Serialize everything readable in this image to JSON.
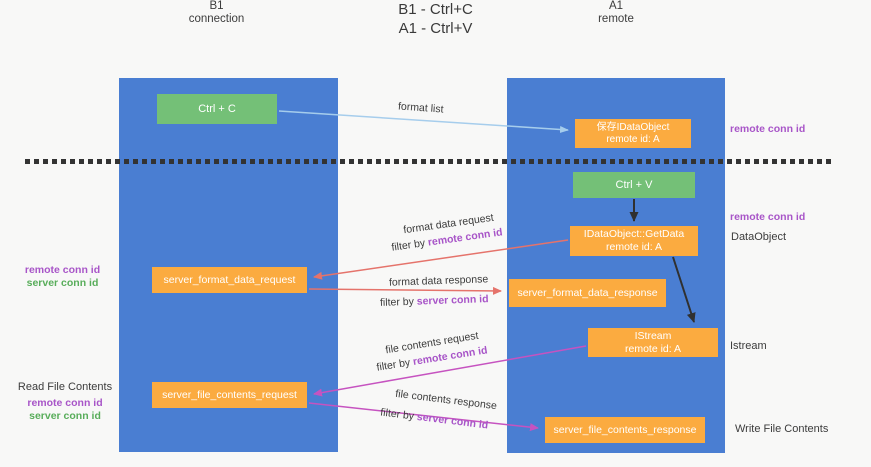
{
  "title": {
    "line1": "B1 - Ctrl+C",
    "line2": "A1 - Ctrl+V"
  },
  "colors": {
    "column_blue": "#4a7ed2",
    "node_green": "#74c077",
    "node_orange": "#fbab40",
    "arrow_light_blue": "#a6cdec",
    "arrow_black": "#303030",
    "arrow_salmon": "#e5736b",
    "arrow_magenta": "#c653c0",
    "text_purple": "#a855c8",
    "text_green": "#58ad5a",
    "background": "#f8f8f7"
  },
  "columns": {
    "left": {
      "header_line1": "B1",
      "header_line2": "connection"
    },
    "right": {
      "header_line1": "A1",
      "header_line2": "remote"
    }
  },
  "nodes": {
    "ctrl_c": {
      "label": "Ctrl + C"
    },
    "ctrl_v": {
      "label": "Ctrl + V"
    },
    "save_idataobject": {
      "line1": "保存IDataObject",
      "line2": "remote id: A"
    },
    "getdata": {
      "line1": "IDataObject::GetData",
      "line2": "remote id: A"
    },
    "istream": {
      "line1": "IStream",
      "line2": "remote id: A"
    },
    "format_request": {
      "label": "server_format_data_request"
    },
    "format_response": {
      "label": "server_format_data_response"
    },
    "file_request": {
      "label": "server_file_contents_request"
    },
    "file_response": {
      "label": "server_file_contents_response"
    }
  },
  "flow_labels": {
    "format_list": "format list",
    "format_request": {
      "line1": "format data request",
      "filter_prefix": "filter by ",
      "filter_term": "remote conn id"
    },
    "format_response": {
      "line1": "format data response",
      "filter_prefix": "filter by ",
      "filter_term": "server conn id"
    },
    "file_request": {
      "line1": "file contents request",
      "filter_prefix": "filter by ",
      "filter_term": "remote conn id"
    },
    "file_response": {
      "line1": "file contents response",
      "filter_prefix": "filter by ",
      "filter_term": "server conn id"
    }
  },
  "side_labels": {
    "right_conn_top": "remote conn id",
    "right_conn_mid": "remote conn id",
    "dataobject": "DataObject",
    "istream": "Istream",
    "write_file": "Write File Contents",
    "left_top": {
      "remote": "remote conn id",
      "server": "server conn id"
    },
    "left_bottom": {
      "read": "Read File Contents",
      "remote": "remote conn id",
      "server": "server conn id"
    }
  }
}
